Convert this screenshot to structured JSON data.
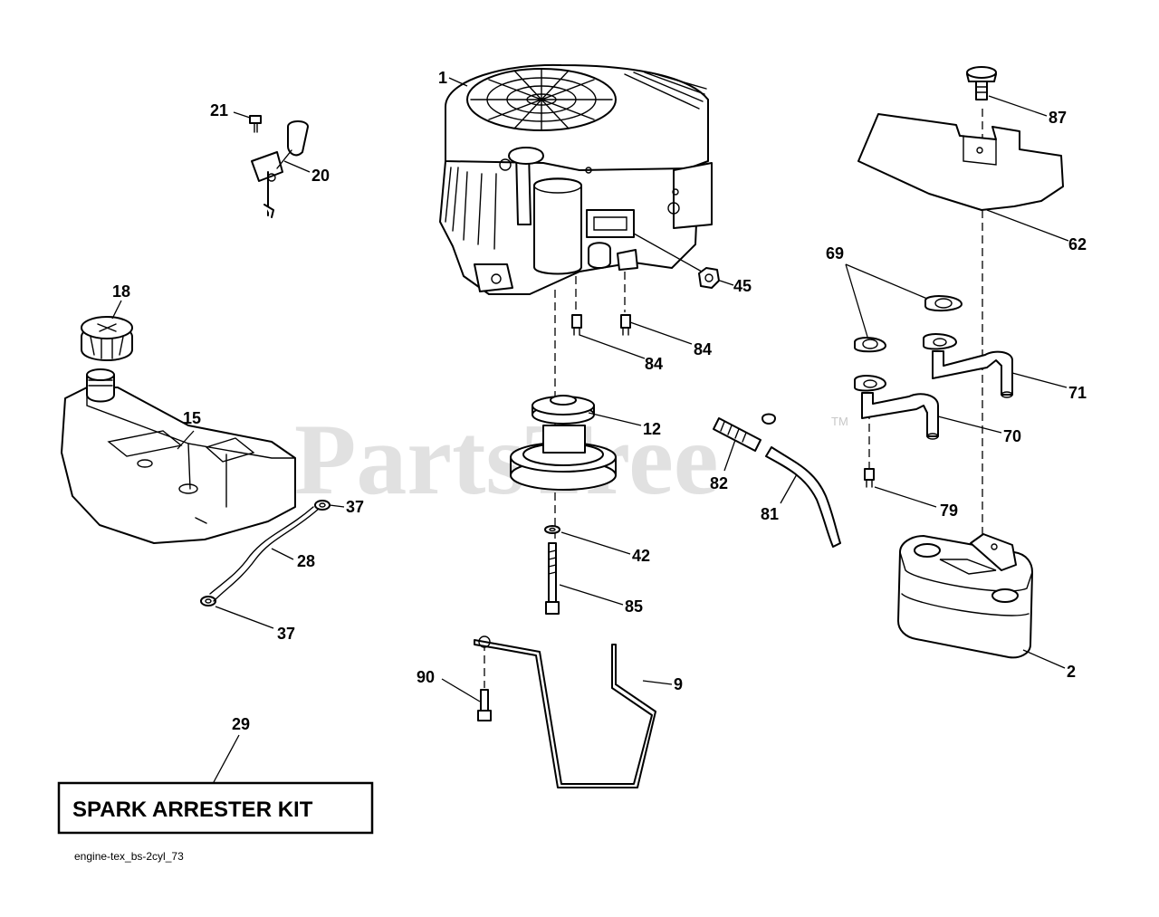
{
  "watermark": {
    "text": "PartsTree",
    "trademark": "TM"
  },
  "callouts": {
    "engine": "1",
    "muffler": "2",
    "bracket": "9",
    "pulley_small": "12",
    "fuel_tank": "15",
    "fuel_cap": "18",
    "throttle_control": "20",
    "screw_21": "21",
    "fuel_line": "28",
    "kit": "29",
    "clamp_upper": "37",
    "clamp_lower": "37",
    "washer": "42",
    "nut": "45",
    "heat_shield": "62",
    "gasket": "69",
    "exhaust_pipe_left": "70",
    "exhaust_pipe_right": "71",
    "bolt_79": "79",
    "oil_drain_hose": "81",
    "drain_valve": "82",
    "bolt_84_left": "84",
    "bolt_84_right": "84",
    "bolt_85": "85",
    "screw_87": "87",
    "bolt_90": "90"
  },
  "kit_label": "SPARK ARRESTER KIT",
  "file_ref": "engine-tex_bs-2cyl_73"
}
